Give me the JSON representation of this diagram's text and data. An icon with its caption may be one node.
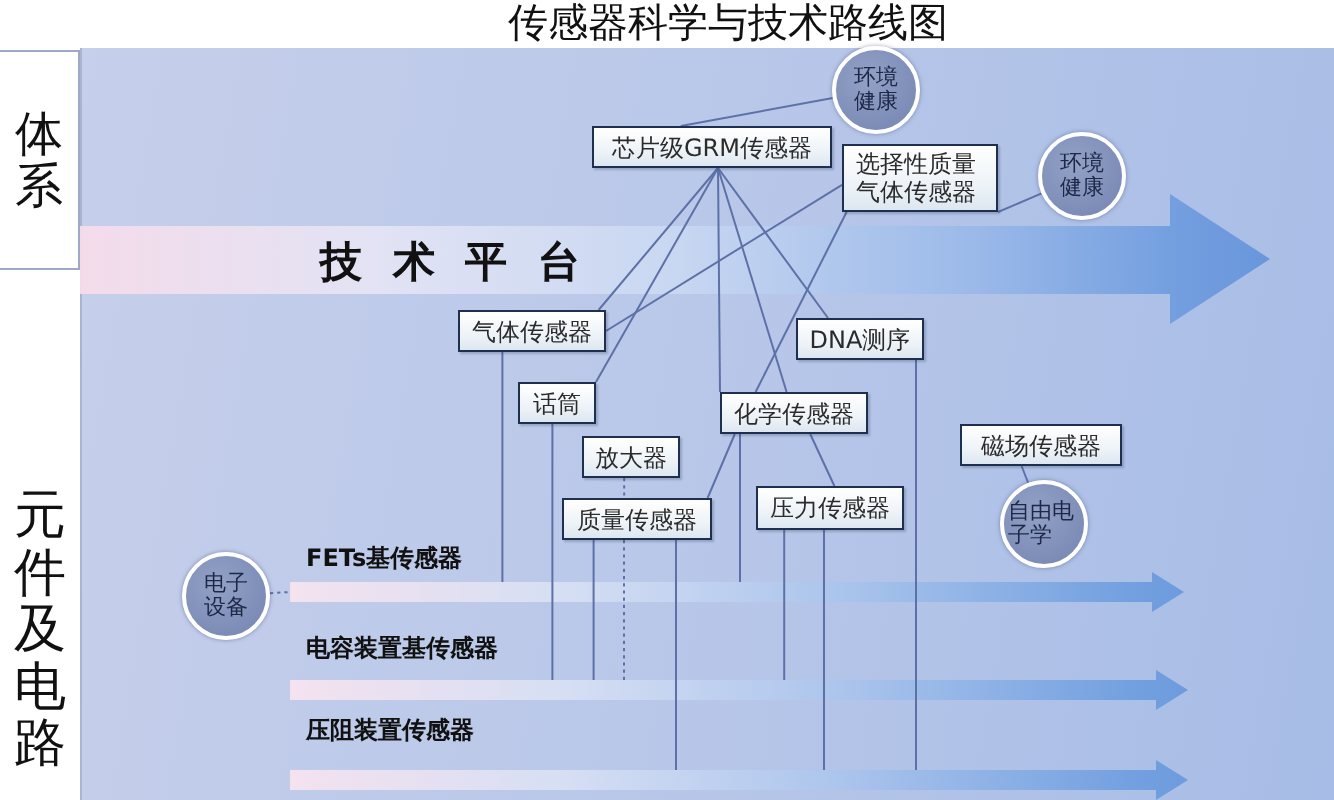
{
  "diagram": {
    "title": "传感器科学与技术路线图",
    "nodes": [
      {
        "text": [
          "体系"
        ]
      },
      {
        "text": [
          "环境健康"
        ]
      },
      {
        "text": [
          "芯片级GRM传感器"
        ]
      },
      {
        "text": [
          "选择性质量气体传感器"
        ]
      },
      {
        "text": [
          "环境健康"
        ]
      },
      {
        "text": [
          "气体传感器"
        ]
      },
      {
        "text": [
          "DNA测序"
        ]
      },
      {
        "text": [
          "话筒"
        ]
      },
      {
        "text": [
          "化学传感器"
        ]
      },
      {
        "text": [
          "放大器"
        ]
      },
      {
        "text": [
          "磁场传感器"
        ]
      },
      {
        "text": [
          "质量传感器"
        ]
      },
      {
        "text": [
          "压力传感器"
        ]
      },
      {
        "text": [
          "自由电子学"
        ]
      },
      {
        "text": [
          "电子设备"
        ]
      },
      {
        "text": [],
        "shape": "arrow",
        "beside": [
          "FETs基传感器"
        ]
      },
      {
        "text": [],
        "shape": "arrow",
        "beside": [
          "电容装置基传感器"
        ]
      },
      {
        "text": [],
        "shape": "arrow",
        "beside": [
          "压阻装置传感器"
        ]
      }
    ],
    "edges": [
      {
        "from": 1,
        "to": 2,
        "arrow": "none"
      },
      {
        "from": 4,
        "to": 3,
        "arrow": "none"
      },
      {
        "from": 2,
        "to": 5,
        "arrow": "none"
      },
      {
        "from": 2,
        "to": 7,
        "arrow": "none"
      },
      {
        "from": 2,
        "to": 8,
        "arrow": "none"
      },
      {
        "from": 2,
        "to": 6,
        "arrow": "none"
      },
      {
        "from": 2,
        "to": 8,
        "arrow": "none"
      },
      {
        "from": 8,
        "to": 12,
        "arrow": "none"
      },
      {
        "from": 3,
        "to": 5,
        "arrow": "none"
      },
      {
        "from": 3,
        "to": 8,
        "arrow": "none"
      },
      {
        "from": 8,
        "to": 11,
        "arrow": "none"
      },
      {
        "from": 10,
        "to": 13,
        "arrow": "none"
      },
      {
        "from": 14,
        "to": 15,
        "arrow": "none",
        "style": "dashed"
      },
      {
        "from": 5,
        "to": 15,
        "arrow": "none"
      },
      {
        "from": 7,
        "to": 16,
        "arrow": "none"
      },
      {
        "from": 9,
        "to": 11,
        "arrow": "none",
        "style": "dashed"
      },
      {
        "from": 11,
        "to": 16,
        "arrow": "none",
        "style": "dashed"
      },
      {
        "from": 11,
        "to": 16,
        "arrow": "none"
      },
      {
        "from": 11,
        "to": 17,
        "arrow": "none"
      },
      {
        "from": 8,
        "to": 15,
        "arrow": "none"
      },
      {
        "from": 12,
        "to": 16,
        "arrow": "none"
      },
      {
        "from": 12,
        "to": 17,
        "arrow": "none"
      },
      {
        "from": 6,
        "to": 17,
        "arrow": "none"
      }
    ],
    "labels": [
      "技 术 平 台",
      "元件及电路"
    ]
  }
}
